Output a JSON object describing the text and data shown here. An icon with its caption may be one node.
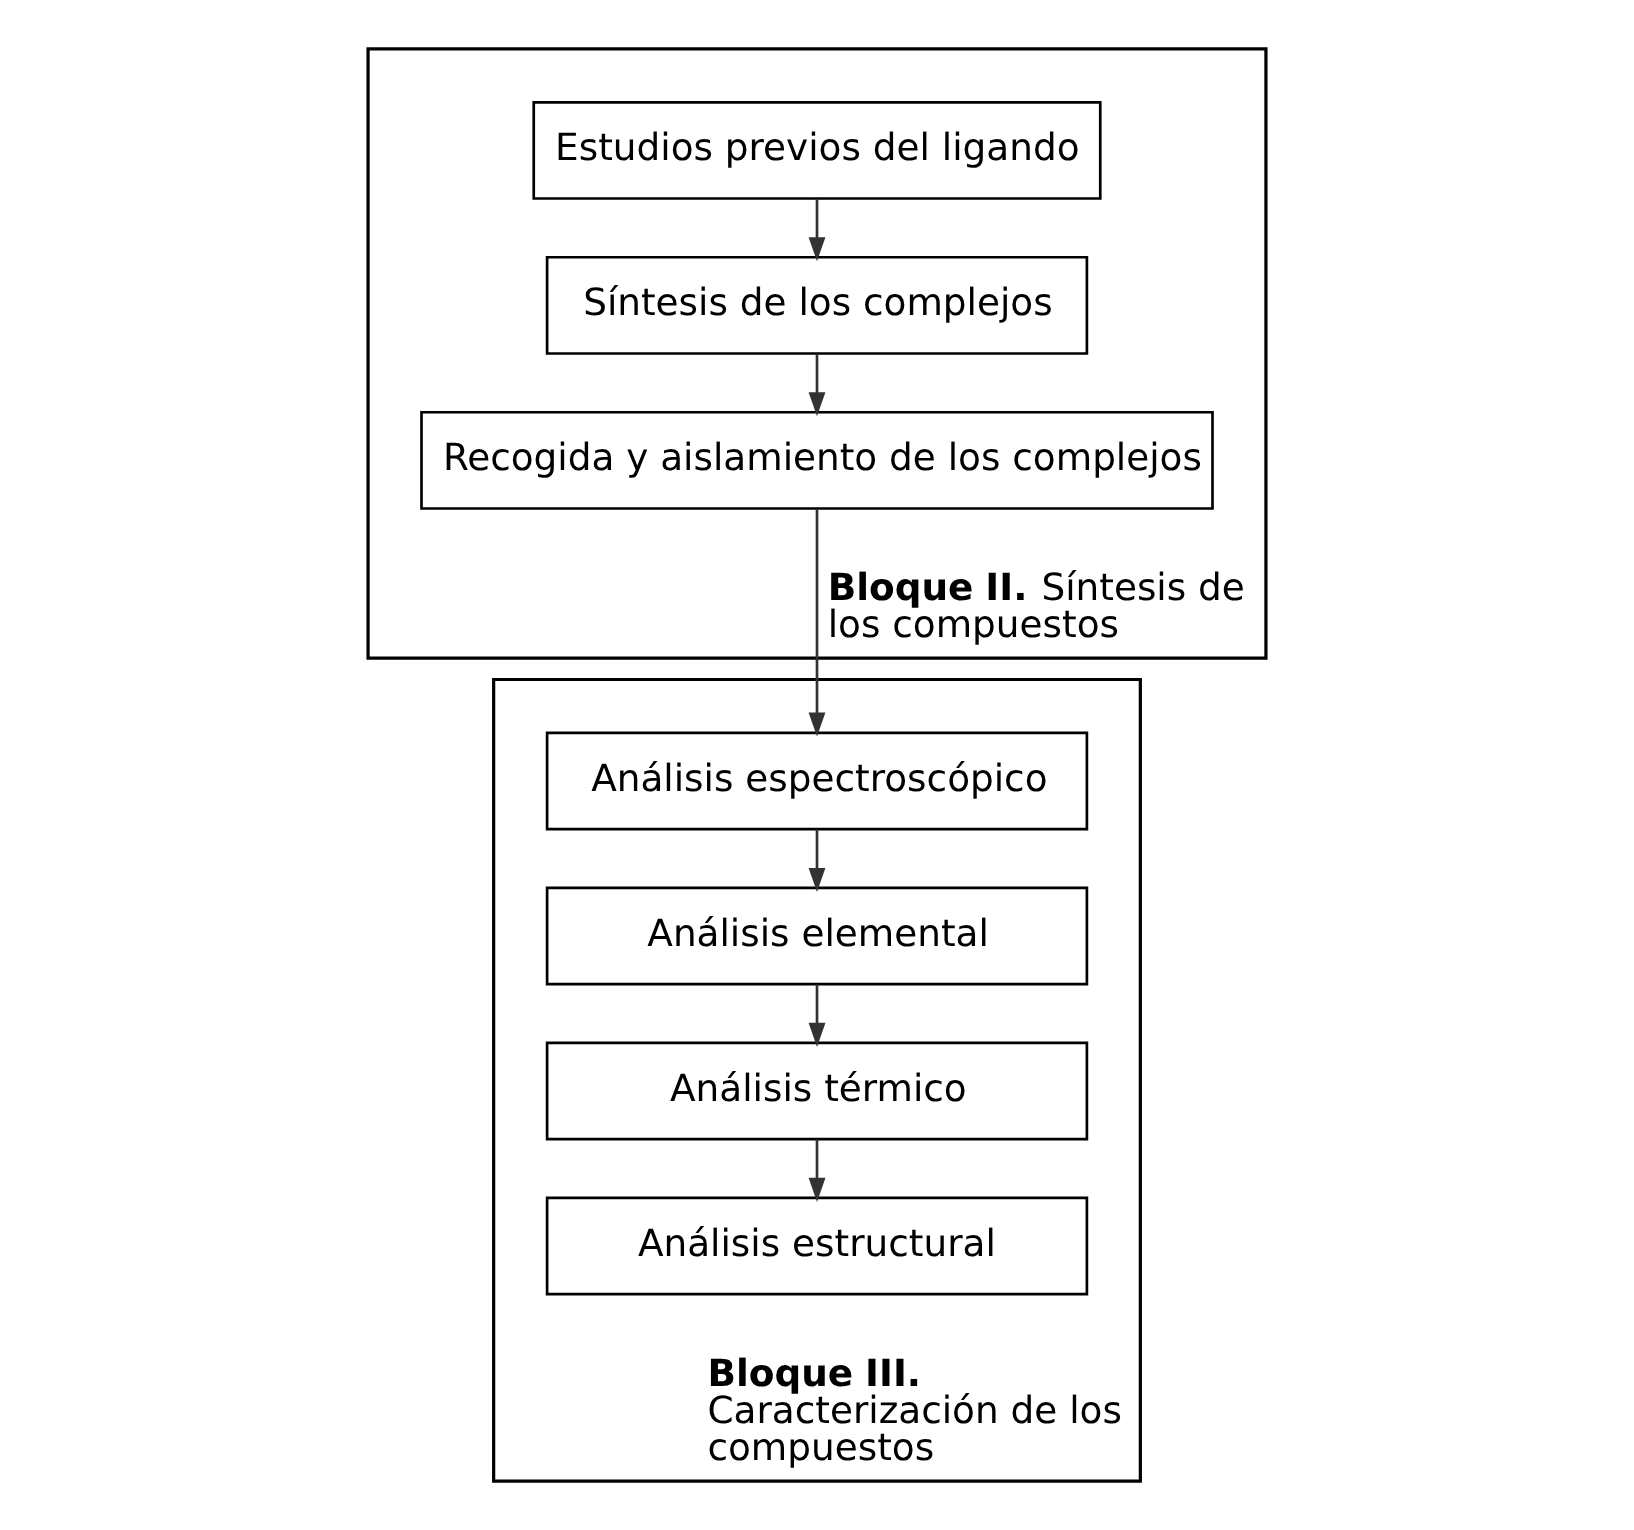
{
  "diagram": {
    "nodes": [
      {
        "text": [
          "**Bloque II.** Síntesis de los compuestos"
        ]
      },
      {
        "text": [
          "Estudios previos del ligando"
        ],
        "in": 0
      },
      {
        "text": [
          "Síntesis de los complejos"
        ],
        "in": 0
      },
      {
        "text": [
          "Recogida y aislamiento de los complejos"
        ],
        "in": 0
      },
      {
        "text": [
          "**Bloque III.** Caracterización de los compuestos"
        ]
      },
      {
        "text": [
          "Análisis espectroscópico"
        ],
        "in": 4
      },
      {
        "text": [
          "Análisis elemental"
        ],
        "in": 4
      },
      {
        "text": [
          "Análisis térmico"
        ],
        "in": 4
      },
      {
        "text": [
          "Análisis estructural"
        ],
        "in": 4
      }
    ],
    "edges": [
      {
        "from": 1,
        "to": 2,
        "arrow": "to"
      },
      {
        "from": 2,
        "to": 3,
        "arrow": "to"
      },
      {
        "from": 3,
        "to": 5,
        "arrow": "to"
      },
      {
        "from": 5,
        "to": 6,
        "arrow": "to"
      },
      {
        "from": 6,
        "to": 7,
        "arrow": "to"
      },
      {
        "from": 7,
        "to": 8,
        "arrow": "to"
      }
    ]
  }
}
